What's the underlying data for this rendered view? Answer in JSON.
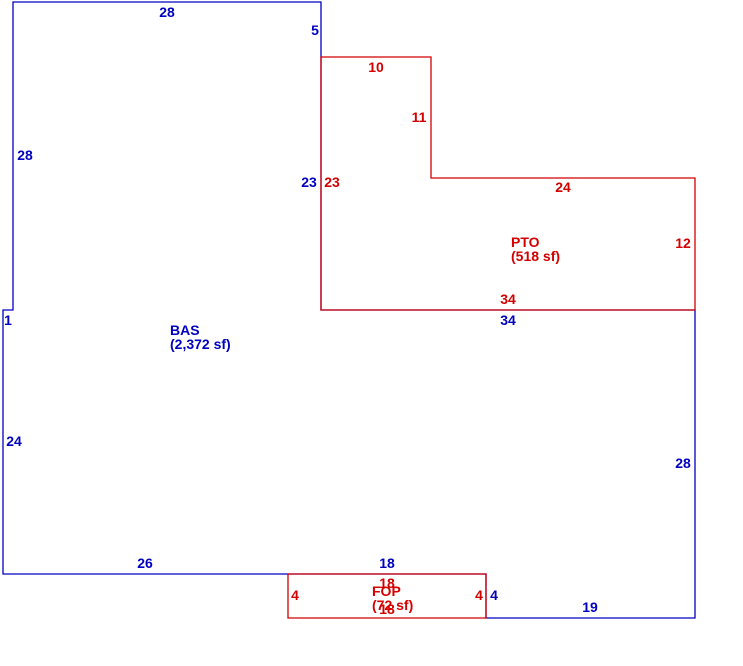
{
  "colors": {
    "bas": "#0000c0",
    "pto": "#d40000",
    "fop": "#d40000",
    "background": "#ffffff"
  },
  "areas": {
    "bas": {
      "name": "BAS",
      "sf": "(2,372 sf)"
    },
    "pto": {
      "name": "PTO",
      "sf": "(518 sf)"
    },
    "fop": {
      "name": "FOP",
      "sf": "(72 sf)"
    }
  },
  "dimensions": {
    "bas": {
      "top": "28",
      "top_right_step": "5",
      "left_upper": "28",
      "left_step": "1",
      "left_lower": "24",
      "inner_vertical": "23",
      "inner_horizontal": "34",
      "right": "28",
      "bottom_left": "26",
      "bottom_middle": "18",
      "bottom_step": "4",
      "bottom_right": "19"
    },
    "pto": {
      "top": "10",
      "left_upper": "11",
      "inner_left": "23",
      "upper_right_run": "24",
      "right": "12",
      "bottom": "34"
    },
    "fop": {
      "top": "18",
      "bottom": "18",
      "left": "4",
      "right": "4"
    }
  }
}
